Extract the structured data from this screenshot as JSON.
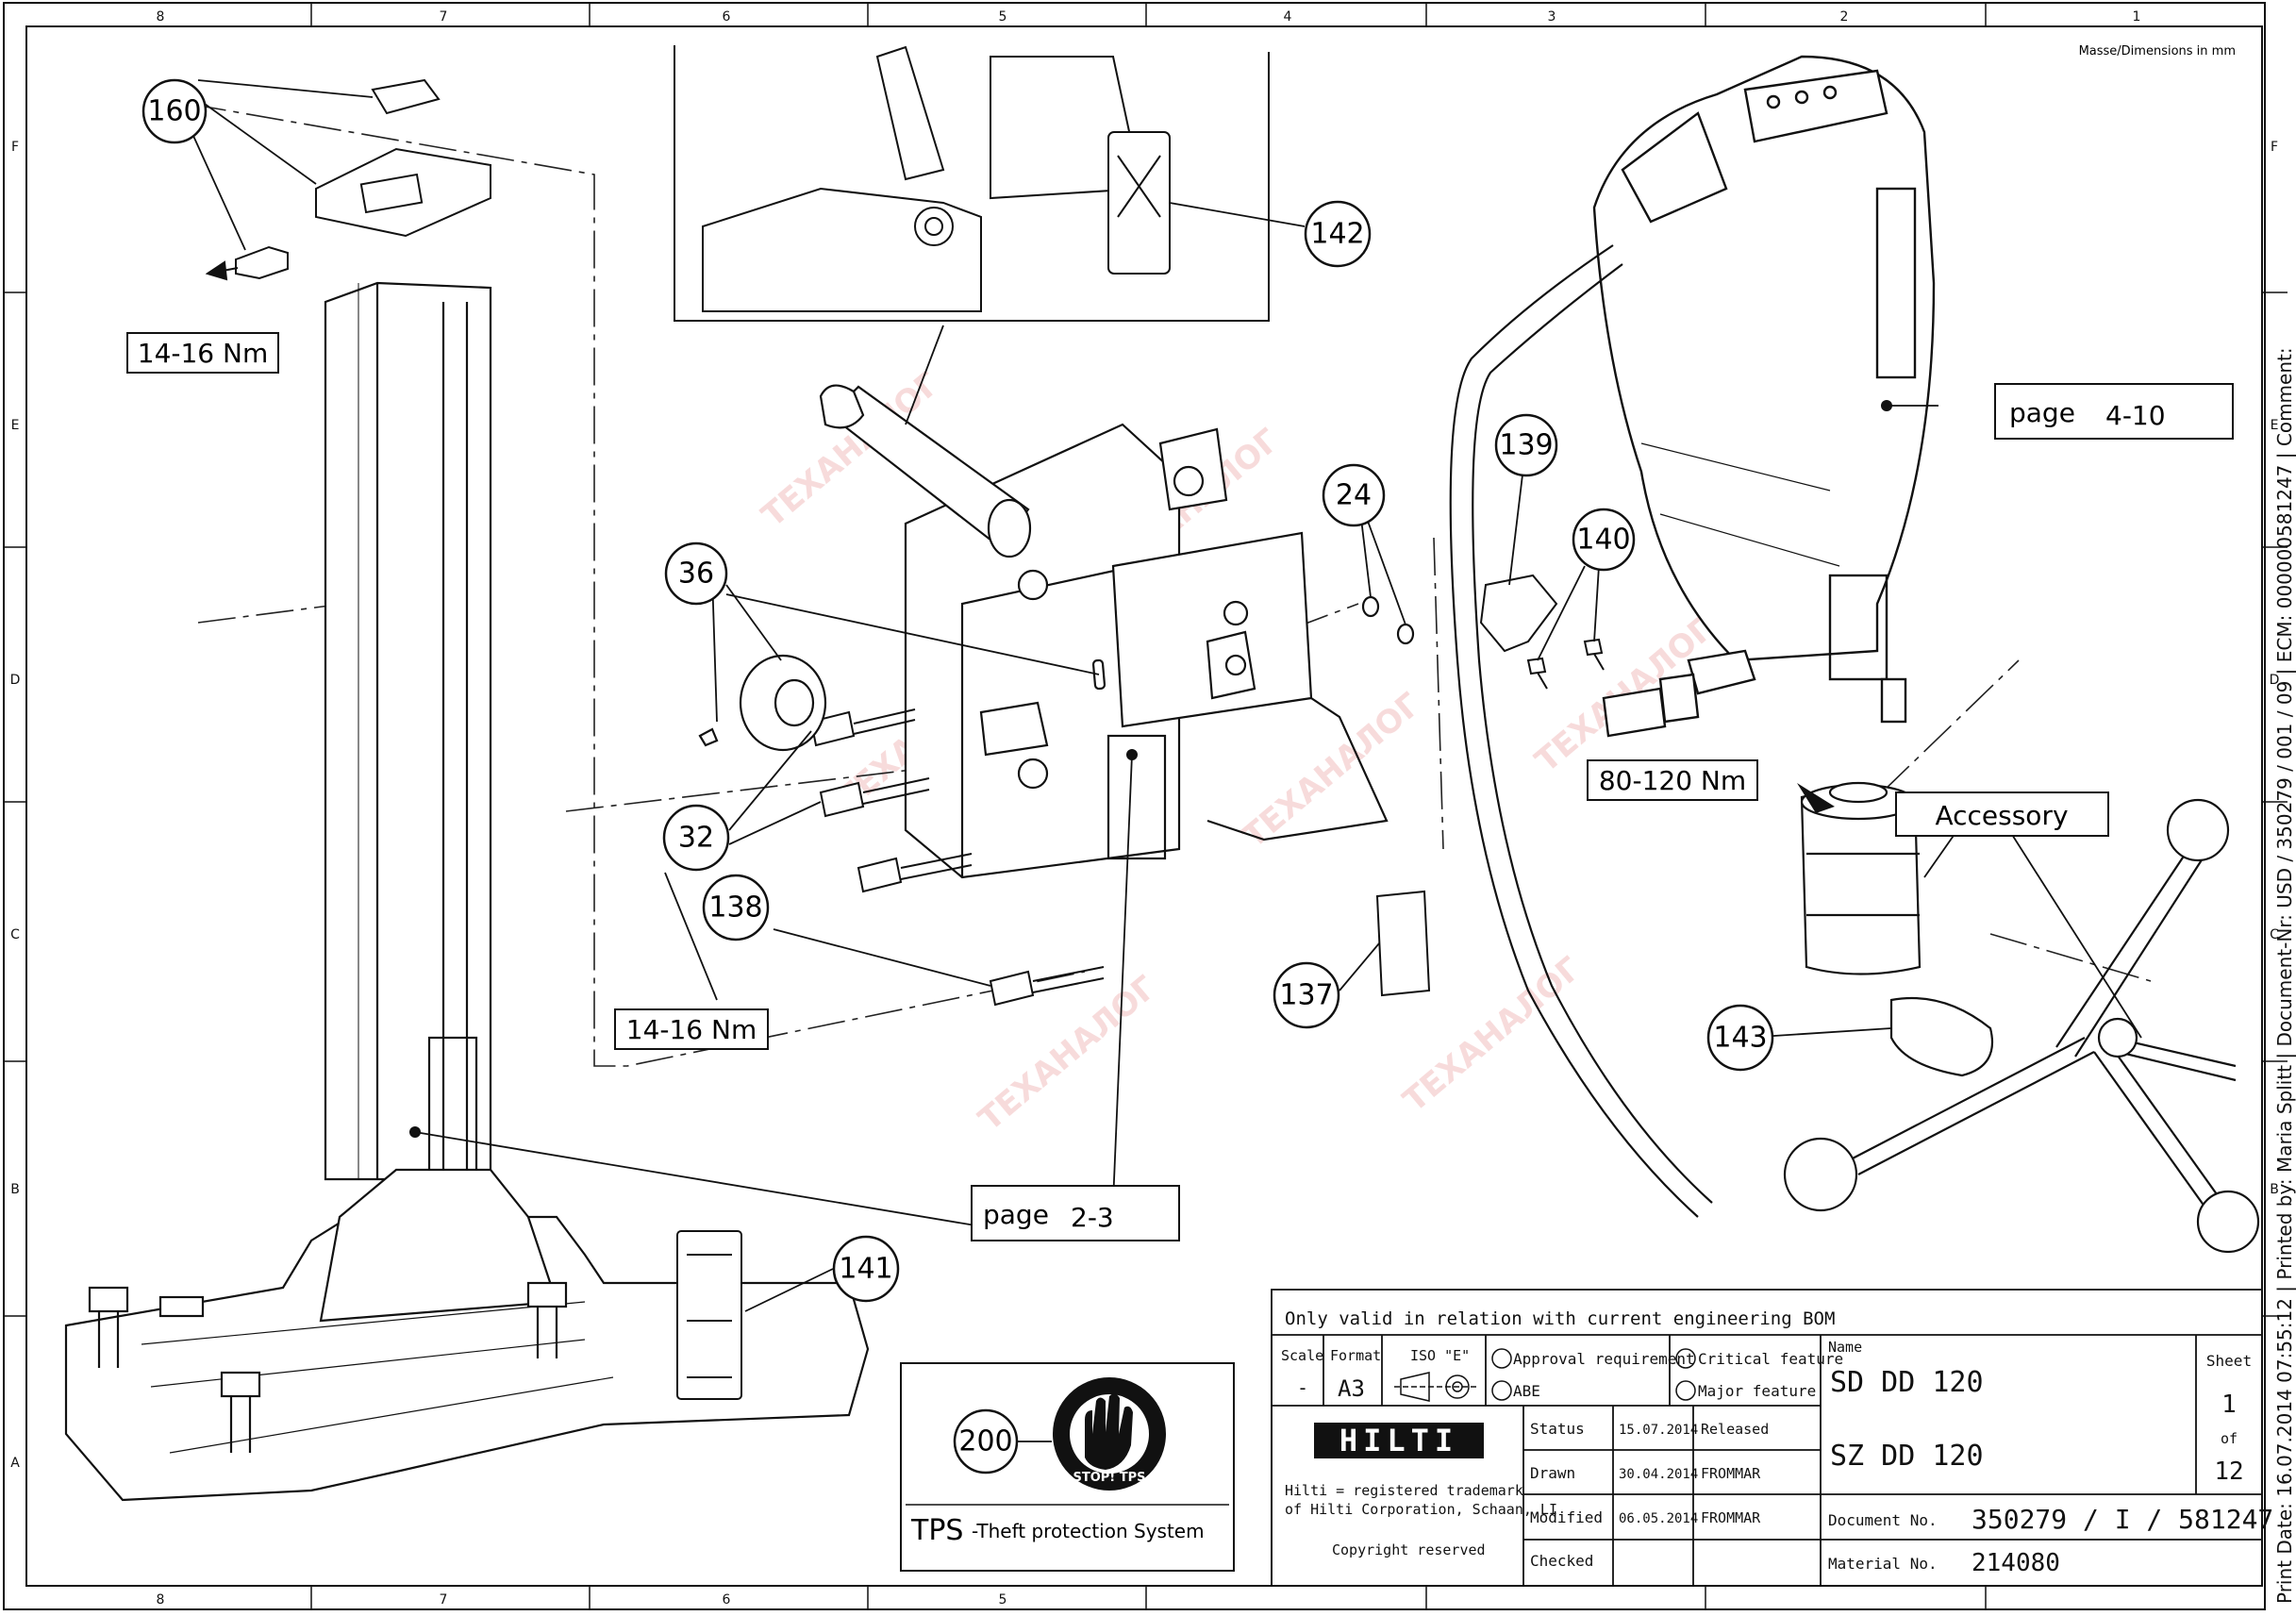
{
  "dimensions_note": "Masse/Dimensions in mm",
  "side_print": "Print Date: 16.07.2014 07:55:12 | Printed by: Maria Splitt | Document-Nr: USD / 350279 / 001 / 09 | ECM: 000000581247 | Comment:",
  "watermark": "ТЕХАНАЛОГ",
  "ruler": {
    "columns": [
      "8",
      "7",
      "6",
      "5",
      "4",
      "3",
      "2",
      "1"
    ],
    "rows": [
      "F",
      "E",
      "D",
      "C",
      "B",
      "A"
    ]
  },
  "callouts": {
    "c160": "160",
    "c142": "142",
    "c36": "36",
    "c24": "24",
    "c139": "139",
    "c140": "140",
    "c32": "32",
    "c138": "138",
    "c137": "137",
    "c141": "141",
    "c143": "143",
    "c200": "200"
  },
  "boxes": {
    "torque_top": "14-16 Nm",
    "torque_bottom": "14-16 Nm",
    "torque_core": "80-120 Nm",
    "page_4_10_prefix": "page",
    "page_4_10_num": "4-10",
    "page_2_3_prefix": "page",
    "page_2_3_num": "2-3",
    "accessory": "Accessory"
  },
  "tps": {
    "label": "TPS",
    "sub": "-Theft protection System",
    "badge": "STOP! TPS"
  },
  "title_block": {
    "note": "Only valid in relation with current engineering BOM",
    "scale_label": "Scale",
    "scale_value": "-",
    "format_label": "Format",
    "format_value": "A3",
    "iso_label": "ISO \"E\"",
    "approval": "Approval requirement",
    "abe": "ABE",
    "critical": "Critical feature",
    "major": "Major feature",
    "logo": "HILTI",
    "trademark1": "Hilti = registered trademark",
    "trademark2": "of Hilti Corporation, Schaan, LI",
    "copyright": "Copyright reserved",
    "status_label": "Status",
    "status_date": "15.07.2014",
    "status_value": "Released",
    "drawn_label": "Drawn",
    "drawn_date": "30.04.2014",
    "drawn_by": "FROMMAR",
    "modified_label": "Modified",
    "modified_date": "06.05.2014",
    "modified_by": "FROMMAR",
    "checked_label": "Checked",
    "name_label": "Name",
    "name1": "SD DD 120",
    "name2": "SZ DD 120",
    "sheet_label": "Sheet",
    "sheet_num": "1",
    "sheet_of": "of",
    "sheet_total": "12",
    "docno_label": "Document No.",
    "docno_value": "350279 / I / 581247",
    "matno_label": "Material No.",
    "matno_value": "214080"
  }
}
